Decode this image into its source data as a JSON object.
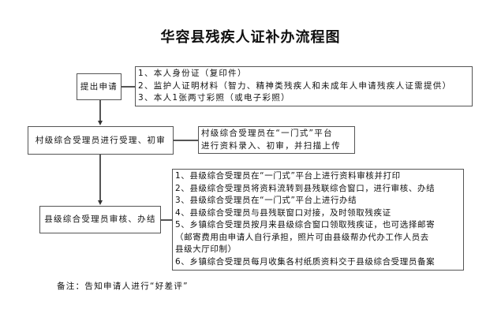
{
  "title": "华容县残疾人证补办流程图",
  "steps": [
    {
      "label": "提出申请",
      "details": [
        "1、本人身份证（复印件）",
        "2、监护人证明材料（智力、精神类残疾人和未成年人申请残疾人证需提供）",
        "3、本人1张两寸彩照（或电子彩照）"
      ]
    },
    {
      "label": "村级综合受理员进行受理、初审",
      "details": [
        "村级综合受理员在“一门式”平台",
        "进行资料录入、初审，并扫描上传"
      ]
    },
    {
      "label": "县级综合受理员审核、办结",
      "details": [
        "1、县级综合受理员在“一门式”平台上进行资料审核并打印",
        "2、县级综合受理员将资料流转到县残联综合窗口，进行审核、办结",
        "3、县级综合受理员在“一门式”平台上进行办结",
        "4、县级综合受理员与县残联窗口对接，及时领取残疾证",
        "5、乡镇综合受理员按月来县级综合窗口领取残疾证，也可选择邮寄",
        "（邮寄费用由申请人自行承担，照片可由县级帮办代办工作人员去",
        "县级大厅印制）",
        "6、乡镇综合受理员每月收集各村纸质资料交于县级综合受理员备案"
      ]
    }
  ],
  "note": "备注：告知申请人进行“好差评”"
}
